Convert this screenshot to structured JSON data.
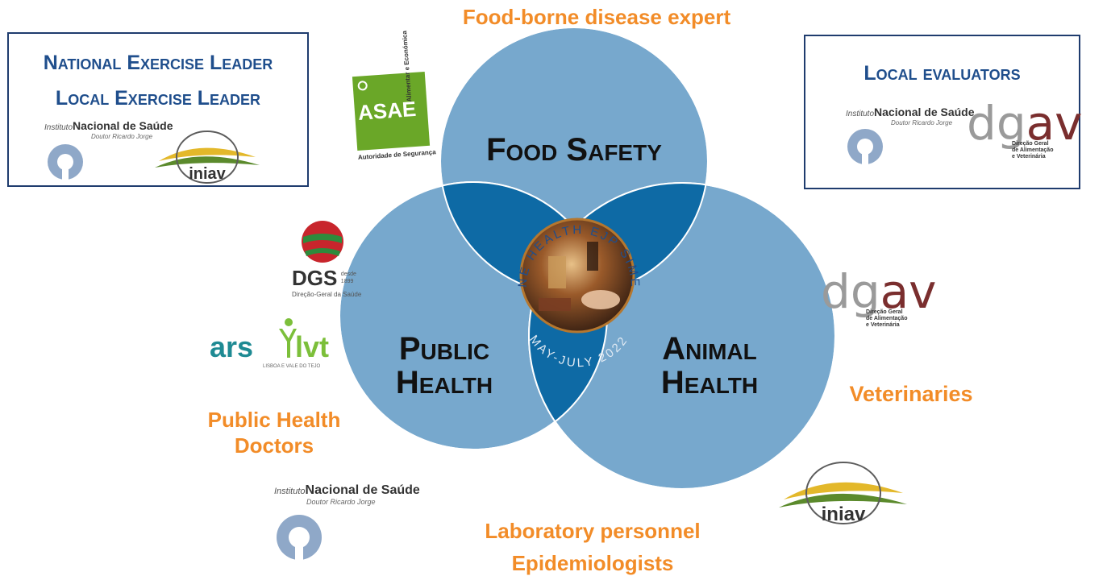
{
  "top_role": "Food-borne disease expert",
  "left_box": {
    "line1": "National Exercise Leader",
    "line2": "Local Exercise Leader"
  },
  "right_box": {
    "line1": "Local evaluators"
  },
  "circles": {
    "food_safety": "Food Safety",
    "public_health": [
      "Public",
      "Health"
    ],
    "animal_health": [
      "Animal",
      "Health"
    ]
  },
  "center_badge": {
    "arc_top": "ONE HEALTH EJP SIMEX",
    "arc_bottom": "MAY-JULY 2022"
  },
  "roles": {
    "veterinaries": "Veterinaries",
    "public_health_doctors": [
      "Public Health",
      "Doctors"
    ],
    "lab_personnel": "Laboratory personnel",
    "epidemiologists": "Epidemiologists"
  },
  "logos": {
    "insa": {
      "prefix": "Instituto",
      "name": "Nacional de Saúde",
      "sub": "Doutor Ricardo Jorge"
    },
    "iniav": "iniav",
    "asae": {
      "name": "ASAE",
      "side": "Alimentar e Económica",
      "bottom": "Autoridade de Segurança"
    },
    "dgav": {
      "letters_grey": "dg",
      "letters_red": "av",
      "text": [
        "Direção Geral",
        "de Alimentação",
        "e Veterinária"
      ]
    },
    "dgs": {
      "name": "DGS",
      "since": "desde",
      "year": "1899",
      "sub": "Direção-Geral da Saúde"
    },
    "ars": {
      "name": "ars",
      "suffix": "lvt",
      "sub": "LISBOA E VALE DO TEJO"
    }
  },
  "colors": {
    "circle": "#77a8cd",
    "overlap": "#0e6aa5",
    "orange": "#f28c28",
    "navy": "#1f4e8c",
    "dgav_red": "#7a2e2e",
    "asae_green": "#6aa728"
  }
}
